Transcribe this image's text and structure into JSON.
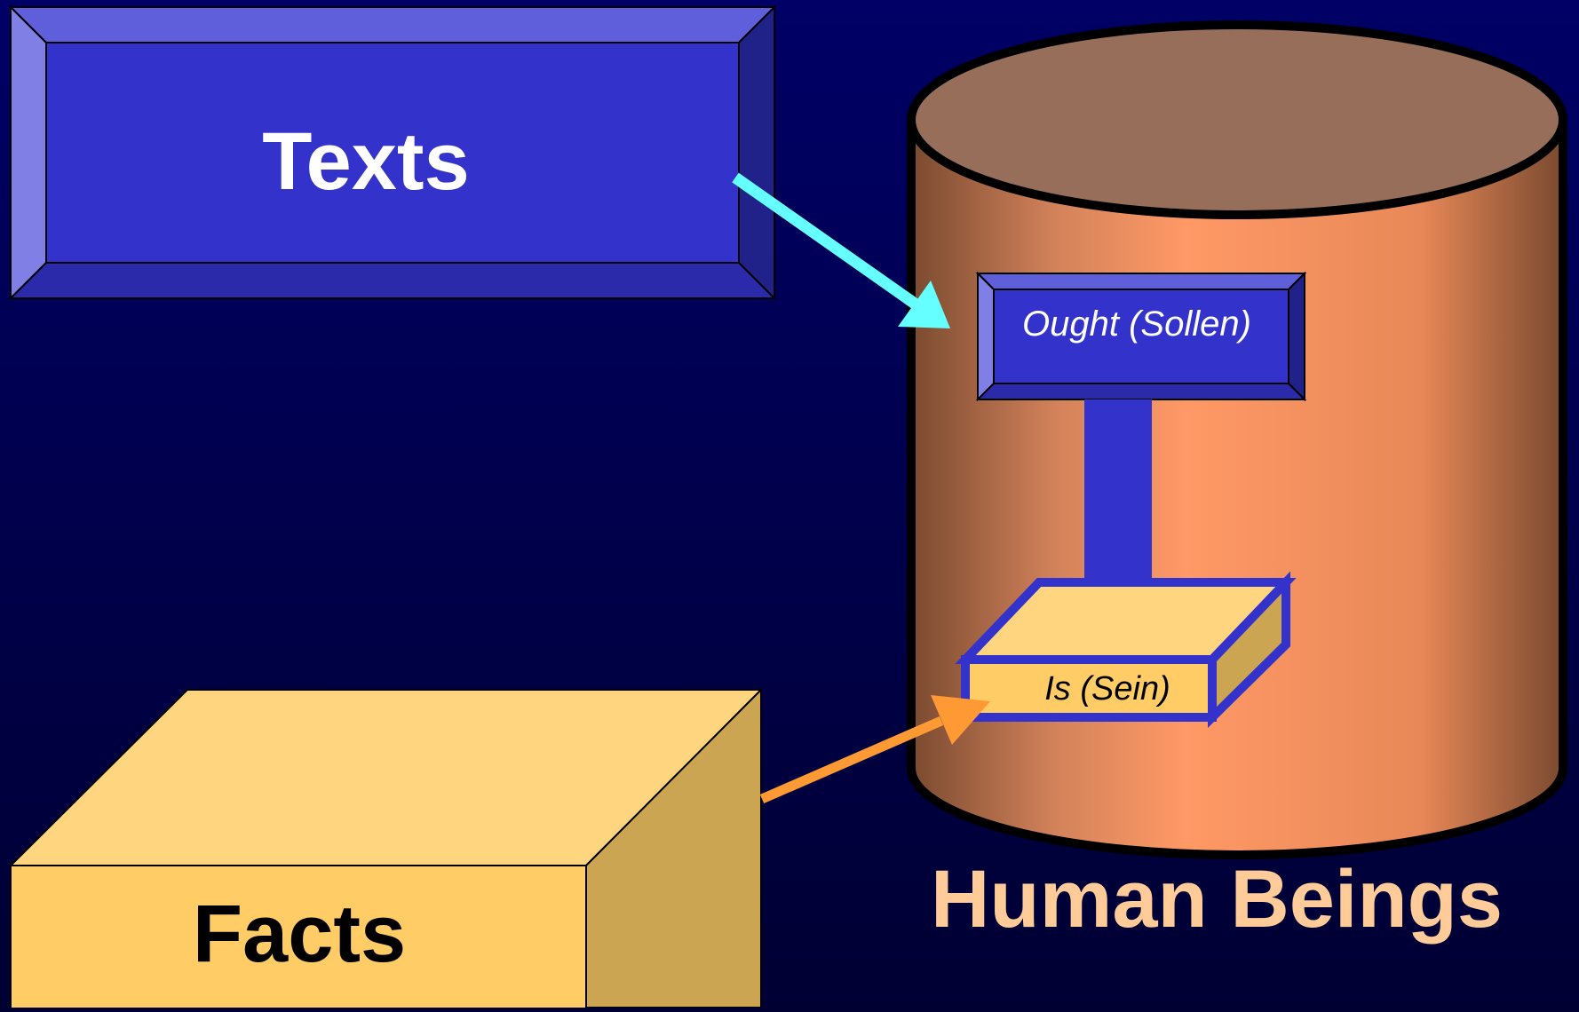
{
  "texts_box": {
    "label": "Texts"
  },
  "facts_box": {
    "label": "Facts"
  },
  "human_beings": {
    "label": "Human Beings",
    "ought_label": "Ought (Sollen)",
    "is_label": "Is (Sein)"
  },
  "colors": {
    "background_top": "#000066",
    "background_bottom": "#000033",
    "texts_blue": "#3333cc",
    "texts_bevel_top": "#5f5fdc",
    "texts_bevel_left": "#7f7fe6",
    "texts_bevel_right": "#21218a",
    "texts_bevel_bottom": "#2a2aaa",
    "facts_front": "#ffcc66",
    "facts_top": "#ffd580",
    "facts_side": "#cca552",
    "cylinder_top": "#966e5a",
    "cylinder_mid": "#ff9966",
    "cylinder_edge": "#7a4a30",
    "arrow_cyan": "#66ffff",
    "arrow_orange": "#ff9933",
    "caption_peach": "#ffcc99"
  }
}
